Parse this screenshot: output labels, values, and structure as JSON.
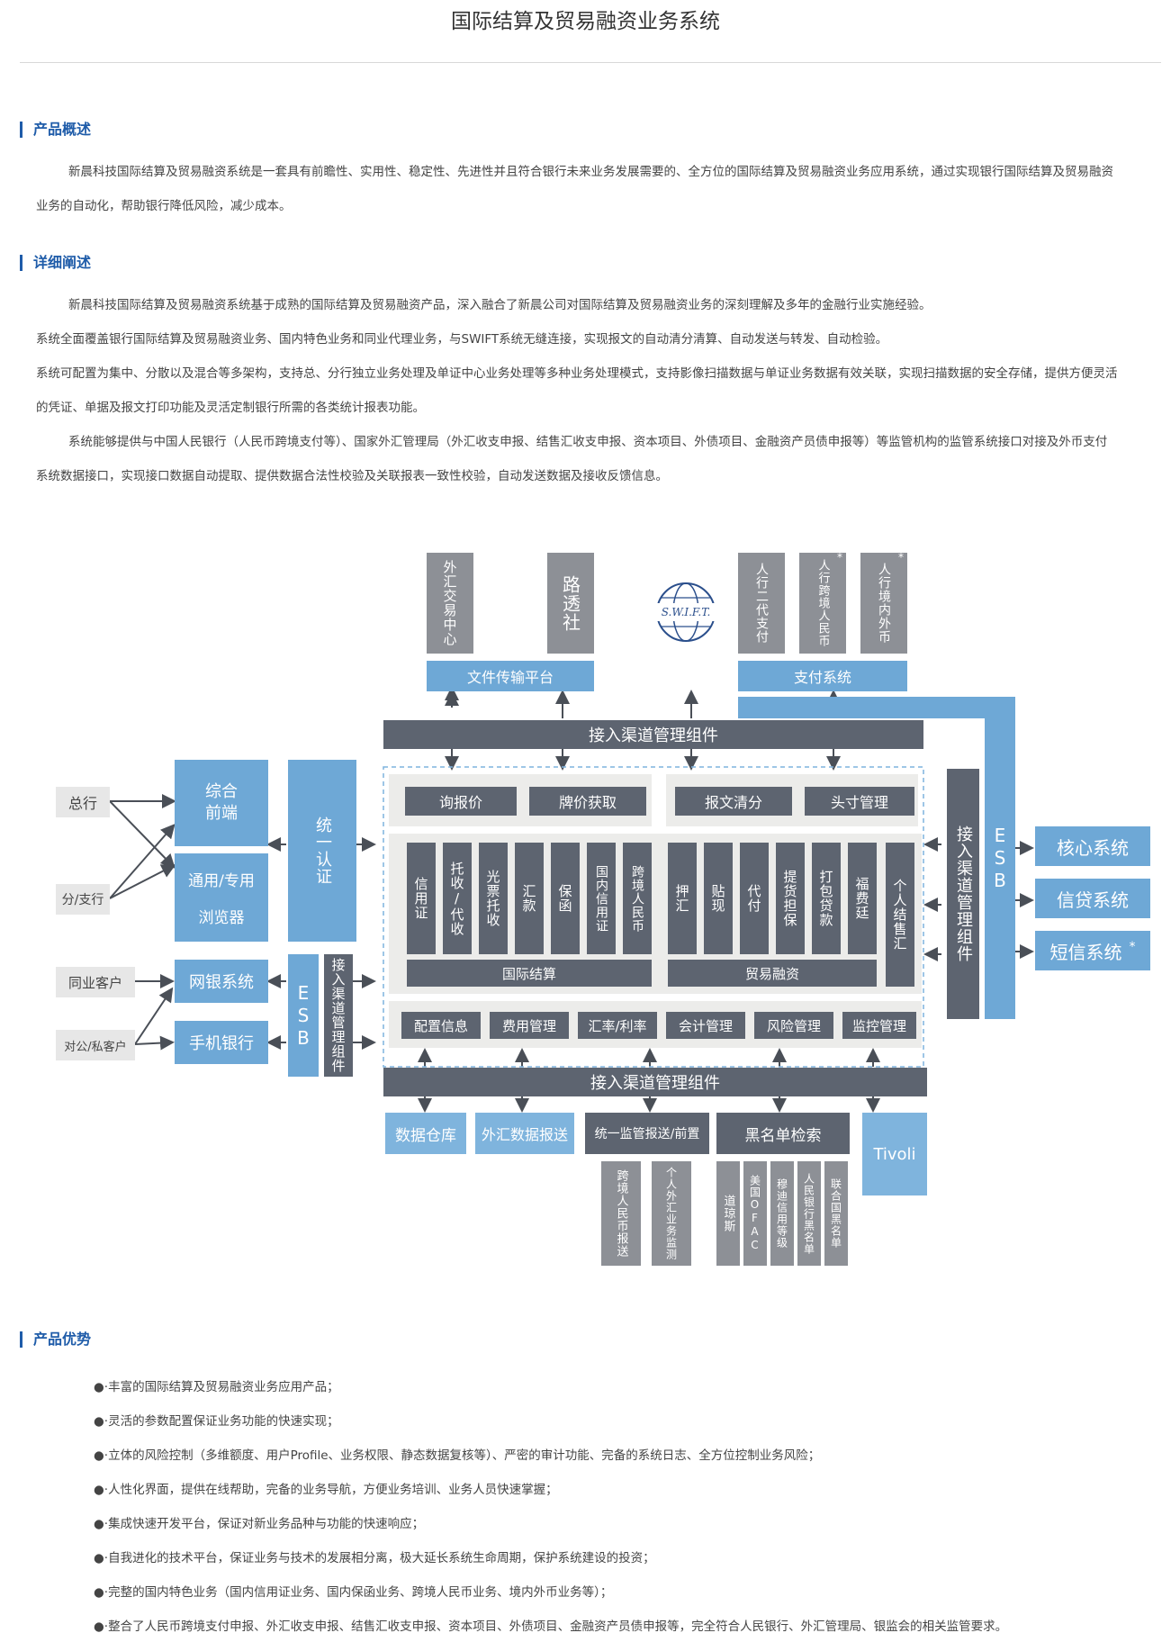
{
  "page": {
    "title": "国际结算及贸易融资业务系统"
  },
  "overview": {
    "heading": "产品概述",
    "lines": [
      "新晨科技国际结算及贸易融资系统是一套具有前瞻性、实用性、稳定性、先进性并且符合银行未来业务发展需要的、全方位的国际结算及贸易融资业务应用系统，通过实现银行国际结算及贸易融资",
      "业务的自动化，帮助银行降低风险，减少成本。"
    ]
  },
  "details": {
    "heading": "详细阐述",
    "lines": [
      "新晨科技国际结算及贸易融资系统基于成熟的国际结算及贸易融资产品，深入融合了新晨公司对国际结算及贸易融资业务的深刻理解及多年的金融行业实施经验。",
      "系统全面覆盖银行国际结算及贸易融资业务、国内特色业务和同业代理业务，与SWIFT系统无缝连接，实现报文的自动清分清算、自动发送与转发、自动检验。",
      "系统可配置为集中、分散以及混合等多架构，支持总、分行独立业务处理及单证中心业务处理等多种业务处理模式，支持影像扫描数据与单证业务数据有效关联，实现扫描数据的安全存储，提供方便灵活",
      "的凭证、单据及报文打印功能及灵活定制银行所需的各类统计报表功能。",
      "系统能够提供与中国人民银行（人民币跨境支付等）、国家外汇管理局（外汇收支申报、结售汇收支申报、资本项目、外债项目、金融资产员债申报等）等监管机构的监管系统接口对接及外币支付",
      "系统数据接口，实现接口数据自动提取、提供数据合法性校验及关联报表一致性校验，自动发送数据及接收反馈信息。"
    ]
  },
  "diagram": {
    "top_sources": [
      "外汇交易中心",
      "路透社"
    ],
    "swift_label": "S.W.I.F.T.",
    "pay_sources": [
      "人行二代支付",
      "人行跨境人民币",
      "人行境内外币"
    ],
    "pay_asterisk": "*",
    "file_platform": "文件传输平台",
    "pay_system": "支付系统",
    "channel_top": "接入渠道管理组件",
    "channel_bottom": "接入渠道管理组件",
    "channel_left": "接入渠道管理组件",
    "channel_right": "接入渠道管理组件",
    "esb": "ESB",
    "left_sources": [
      "总行",
      "分/支行",
      "同业客户",
      "对公/私客户"
    ],
    "left_front": [
      "综合前端",
      "通用/专用",
      "浏览器",
      "网银系统",
      "手机银行"
    ],
    "unified_auth": "统一认证",
    "top_modules": [
      "询报价",
      "牌价获取",
      "报文清分",
      "头寸管理"
    ],
    "intl_modules": [
      "信用证",
      "托收/代收",
      "光票托收",
      "汇款",
      "保函",
      "国内信用证",
      "跨境人民币"
    ],
    "intl_label": "国际结算",
    "trade_modules": [
      "押汇",
      "贴现",
      "代付",
      "提货担保",
      "打包贷款",
      "福费廷"
    ],
    "trade_label": "贸易融资",
    "personal_fx": "个人结售汇",
    "config_modules": [
      "配置信息",
      "费用管理",
      "汇率/利率",
      "会计管理",
      "风险管理",
      "监控管理"
    ],
    "right_systems": [
      "核心系统",
      "信贷系统",
      "短信系统"
    ],
    "right_asterisk": "*",
    "bottom_systems": [
      "数据仓库",
      "外汇数据报送",
      "统一监管报送/前置",
      "黑名单检索",
      "Tivoli"
    ],
    "regulator_items": [
      "跨境人民币报送",
      "个人外汇业务监测"
    ],
    "blacklist_items": [
      "道琼斯",
      "美国OFAC",
      "穆迪信用等级",
      "人民银行黑名单",
      "联合国黑名单"
    ]
  },
  "advantages": {
    "heading": "产品优势",
    "bullet": "●",
    "items": [
      "·丰富的国际结算及贸易融资业务应用产品；",
      "·灵活的参数配置保证业务功能的快速实现；",
      "·立体的风险控制（多维额度、用户Profile、业务权限、静态数据复核等）、严密的审计功能、完备的系统日志、全方位控制业务风险；",
      "·人性化界面，提供在线帮助，完备的业务导航，方便业务培训、业务人员快速掌握；",
      "·集成快速开发平台，保证对新业务品种与功能的快速响应；",
      "·自我进化的技术平台，保证业务与技术的发展相分离，极大延长系统生命周期，保护系统建设的投资；",
      "·完整的国内特色业务（国内信用证业务、国内保函业务、跨境人民币业务、境内外币业务等）；",
      "·整合了人民币跨境支付申报、外汇收支申报、结售汇收支申报、资本项目、外债项目、金融资产员债申报等，完全符合人民银行、外汇管理局、银监会的相关监管要求。"
    ]
  },
  "colors": {
    "accent": "#1f5ca9",
    "blue_box": "#6ea8d6",
    "dark_box": "#5d6470",
    "grey_box": "#8d9096"
  }
}
